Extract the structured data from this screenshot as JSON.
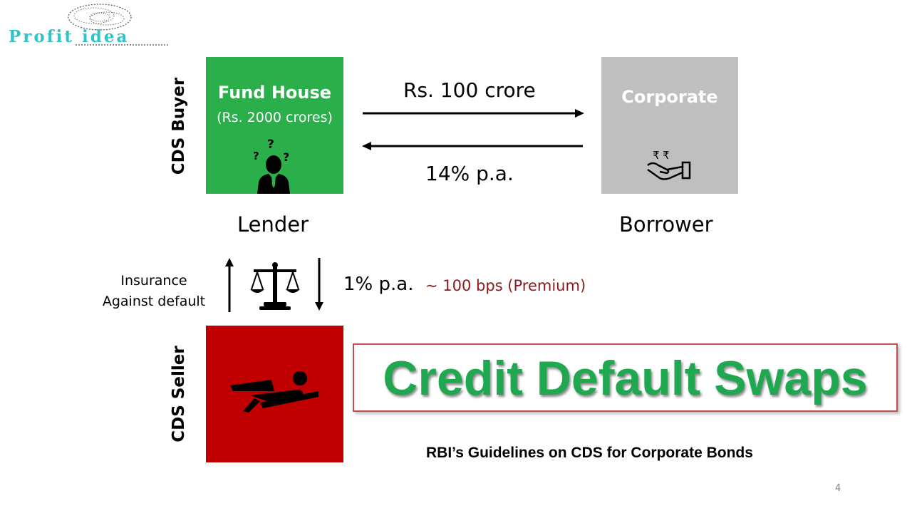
{
  "logo": {
    "text": "Profit idea"
  },
  "buyer": {
    "role_label": "CDS Buyer",
    "name": "Fund House",
    "detail": "(Rs. 2000 crores)",
    "position_label": "Lender",
    "box_color": "#2baf4a",
    "icon": "confused-person-icon"
  },
  "borrower": {
    "name": "Corporate",
    "position_label": "Borrower",
    "box_color": "#bfbfbf",
    "icon": "rupee-hand-icon"
  },
  "loan_flow": {
    "amount": "Rs. 100 crore",
    "interest": "14% p.a."
  },
  "seller": {
    "role_label": "CDS Seller",
    "box_color": "#c00000",
    "icon": "fallen-person-icon"
  },
  "insurance": {
    "line1": "Insurance",
    "line2": "Against default",
    "premium_rate": "1% p.a.",
    "premium_note": "~ 100 bps (Premium)",
    "icon": "balance-scale-icon"
  },
  "title": {
    "text": "Credit Default Swaps",
    "color": "#1fa84f"
  },
  "subtitle": "RBI’s Guidelines on CDS for Corporate Bonds",
  "page_number": "4"
}
